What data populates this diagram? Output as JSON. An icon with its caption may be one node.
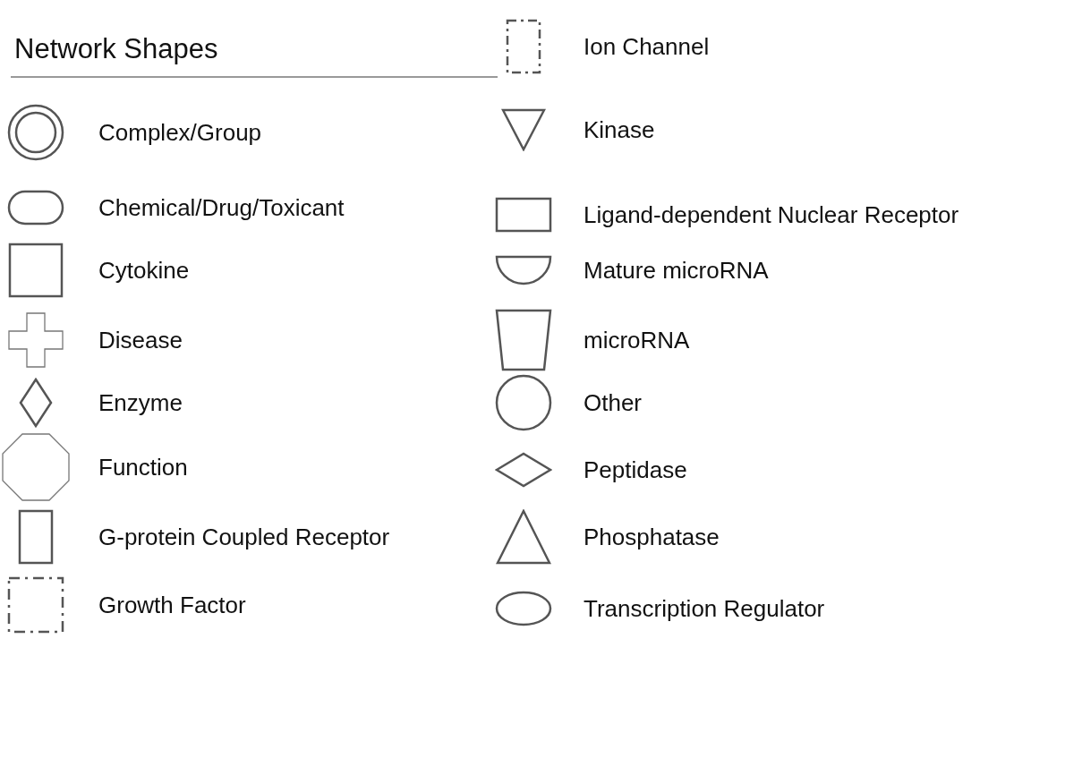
{
  "diagram": {
    "title": "Network Shapes",
    "legend": [
      {
        "text": "Complex/Group"
      },
      {
        "text": "Chemical/Drug/Toxicant"
      },
      {
        "text": "Cytokine"
      },
      {
        "text": "Disease"
      },
      {
        "text": "Enzyme"
      },
      {
        "text": "Function"
      },
      {
        "text": "G-protein Coupled Receptor"
      },
      {
        "text": "Growth Factor"
      },
      {
        "text": "Ion Channel"
      },
      {
        "text": "Kinase"
      },
      {
        "text": "Ligand-dependent Nuclear Receptor"
      },
      {
        "text": "Mature microRNA"
      },
      {
        "text": "microRNA"
      },
      {
        "text": "Other"
      },
      {
        "text": "Peptidase"
      },
      {
        "text": "Phosphatase"
      },
      {
        "text": "Transcription Regulator"
      }
    ]
  }
}
